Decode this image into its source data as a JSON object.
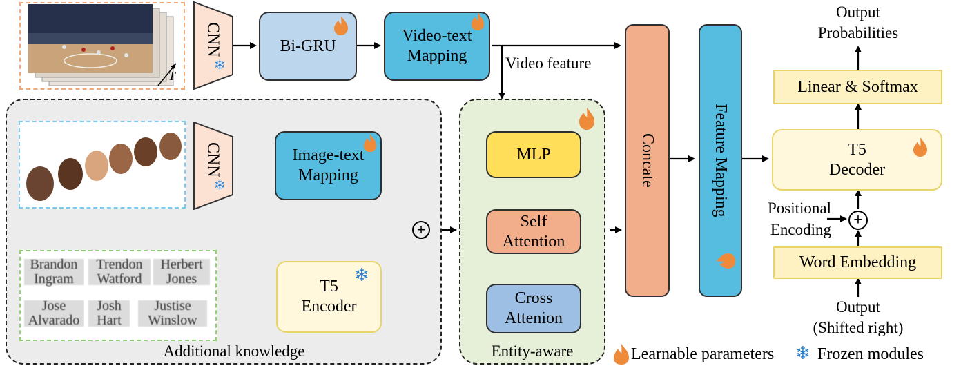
{
  "video": {
    "time_label": "T"
  },
  "modules": {
    "cnn_top": "CNN",
    "cnn_mid": "CNN",
    "bigru": "Bi-GRU",
    "video_text_mapping": "Video-text\nMapping",
    "image_text_mapping": "Image-text\nMapping",
    "t5_encoder": "T5\nEncoder",
    "mlp": "MLP",
    "self_attention": "Self\nAttention",
    "cross_attention": "Cross\nAttenion",
    "concate": "Concate",
    "feature_mapping": "Feature Mapping",
    "linear_softmax": "Linear & Softmax",
    "t5_decoder": "T5\nDecoder",
    "word_embedding": "Word Embedding"
  },
  "labels": {
    "video_feature": "Video feature",
    "additional_knowledge": "Additional knowledge",
    "entity_aware": "Entity-aware",
    "output_probabilities": "Output\nProbabilities",
    "positional_encoding": "Positional\nEncoding",
    "output_shifted": "Output\n(Shifted right)",
    "plus": "+"
  },
  "names": [
    "Brandon\nIngram",
    "Trendon\nWatford",
    "Herbert\nJones",
    "Jose\nAlvarado",
    "Josh\nHart",
    "Justise\nWinslow"
  ],
  "legend": {
    "learnable": "Learnable parameters",
    "frozen": "Frozen modules"
  },
  "colors": {
    "blue_light": "#bcd6ee",
    "blue_mid": "#56bce0",
    "orange": "#f2ae8a",
    "yellow": "#ffde59",
    "cream": "#fff8dd",
    "panel_gray": "#ececec",
    "panel_green": "#e6f0d8",
    "cross_blue": "#9dbfe3",
    "cnn_fill": "#fbe2d3"
  },
  "icons": [
    "flame-icon",
    "snowflake-icon",
    "plus-circle-icon"
  ]
}
